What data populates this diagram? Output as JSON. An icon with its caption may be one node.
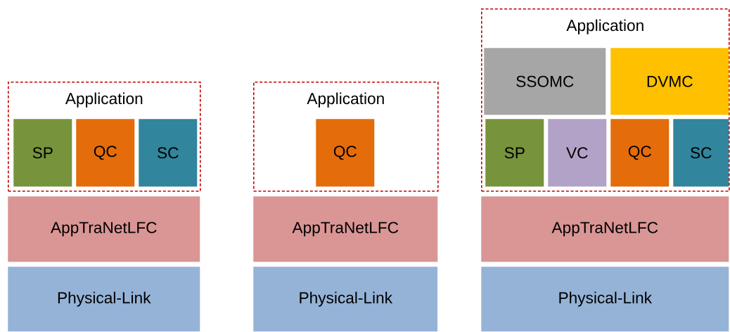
{
  "diagram": {
    "nodes": [
      {
        "text": [
          "Application"
        ]
      },
      {
        "text": [
          "SP"
        ],
        "in": 0
      },
      {
        "text": [
          "QC"
        ],
        "in": 0
      },
      {
        "text": [
          "SC"
        ],
        "in": 0
      },
      {
        "text": [
          "AppTraNetLFC"
        ]
      },
      {
        "text": [
          "Physical-Link"
        ]
      },
      {
        "text": [
          "Application"
        ]
      },
      {
        "text": [
          "QC"
        ],
        "in": 6
      },
      {
        "text": [
          "AppTraNetLFC"
        ]
      },
      {
        "text": [
          "Physical-Link"
        ]
      },
      {
        "text": [
          "Application"
        ]
      },
      {
        "text": [
          "SSOMC"
        ],
        "in": 10
      },
      {
        "text": [
          "DVMC"
        ],
        "in": 10
      },
      {
        "text": [
          "SP"
        ],
        "in": 10
      },
      {
        "text": [
          "VC"
        ],
        "in": 10
      },
      {
        "text": [
          "QC"
        ],
        "in": 10
      },
      {
        "text": [
          "SC"
        ],
        "in": 10
      },
      {
        "text": [
          "AppTraNetLFC"
        ]
      },
      {
        "text": [
          "Physical-Link"
        ]
      }
    ]
  }
}
